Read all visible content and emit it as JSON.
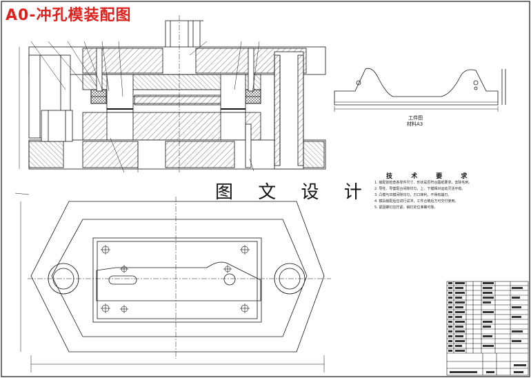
{
  "drawing": {
    "title": "A0-冲孔模装配图",
    "brand_watermark": "图 文 设 计",
    "part_view": {
      "caption_line1": "工件图",
      "caption_line2": "材料A3"
    },
    "technical_requirements": {
      "heading": "技 术 要 求",
      "items": [
        "1. 装配前检查各零件尺寸、形状是否符合图纸要求，去除毛刺。",
        "2. 导柱、导套配合间隙均匀，上、下模相对运动灵活平稳。",
        "3. 凸模与凹模间隙均匀，刃口锋利，不得有崩刃。",
        "4. 模具装配后应进行试冲，工件合格后方可交付使用。",
        "5. 紧固螺钉应拧紧，销钉定位准确可靠。"
      ]
    },
    "colors": {
      "title_red": "#e0201c",
      "line": "#111111",
      "hatch": "#333333"
    }
  }
}
